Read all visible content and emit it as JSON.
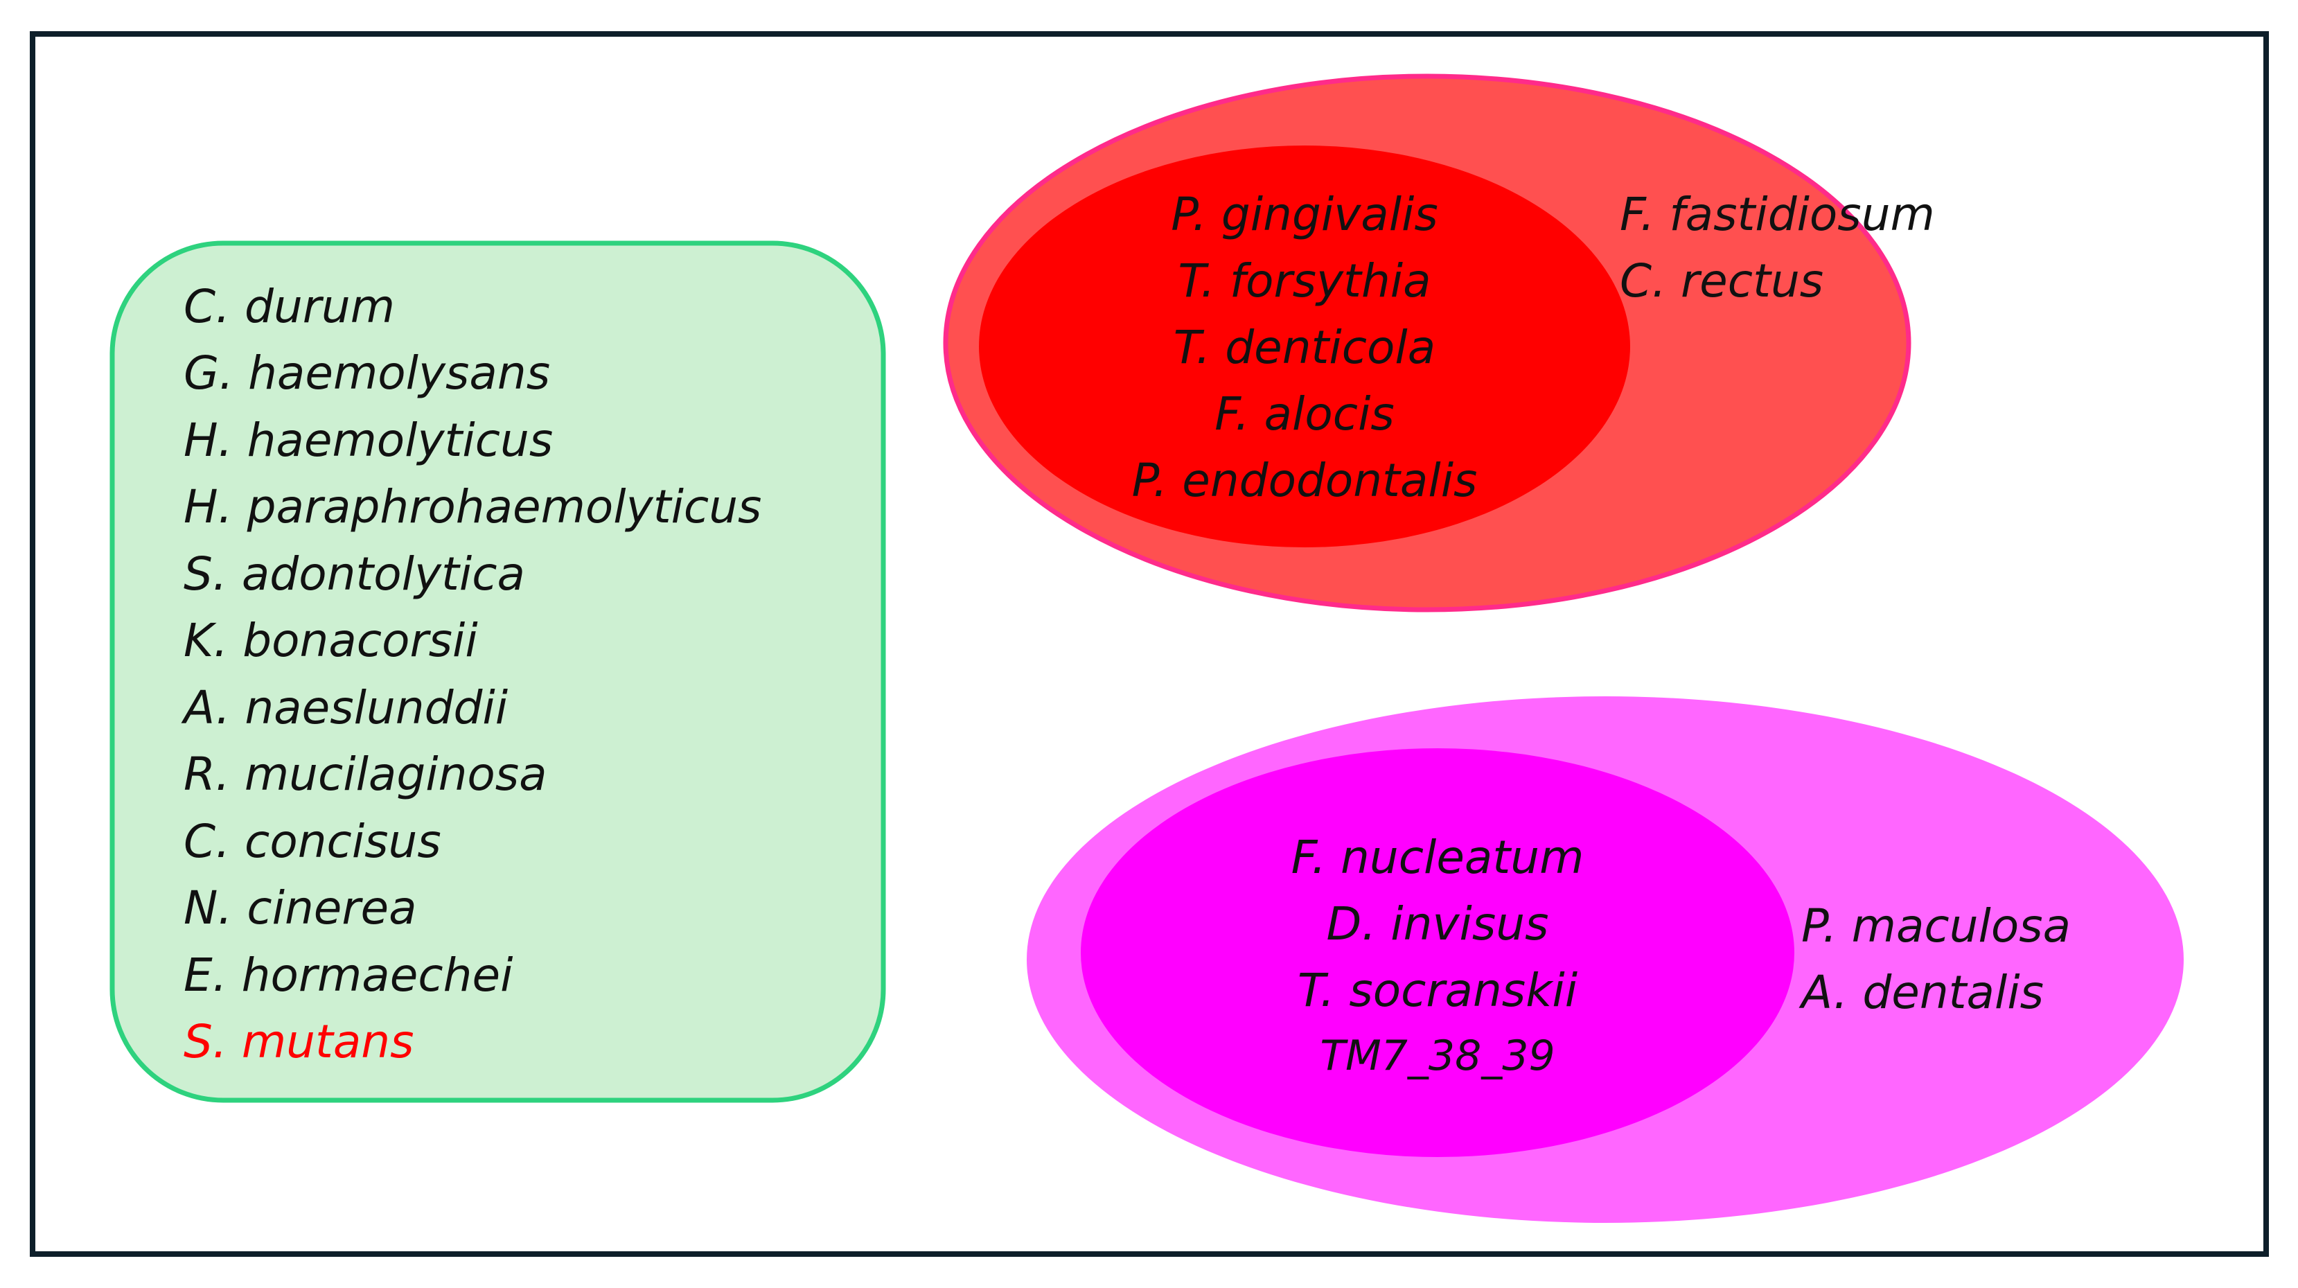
{
  "green_group": {
    "fill": "#cdf0d2",
    "stroke": "#2ed27e",
    "species": [
      "C. durum",
      "G. haemolysans",
      "H. haemolyticus",
      "H. paraphrohaemolyticus",
      "S. adontolytica",
      "K. bonacorsii",
      "A. naeslunddii",
      "R. mucilaginosa",
      "C. concisus",
      "N. cinerea",
      "E. hormaechei",
      "S. mutans"
    ],
    "highlight_color": "#ff0000"
  },
  "red_group": {
    "outer_fill": "#ff5050",
    "inner_fill": "#ff0000",
    "stroke": "#ff2b8a",
    "inner_species": [
      "P. gingivalis",
      "T. forsythia",
      "T. denticola",
      "F. alocis",
      "P. endodontalis"
    ],
    "outer_species": [
      "F. fastidiosum",
      "C. rectus"
    ]
  },
  "magenta_group": {
    "outer_fill": "#ff66ff",
    "inner_fill": "#ff00ff",
    "inner_species": [
      "F. nucleatum",
      "D. invisus",
      "T. socranskii",
      "TM7_38_39"
    ],
    "outer_species": [
      "P. maculosa",
      "A. dentalis"
    ]
  }
}
